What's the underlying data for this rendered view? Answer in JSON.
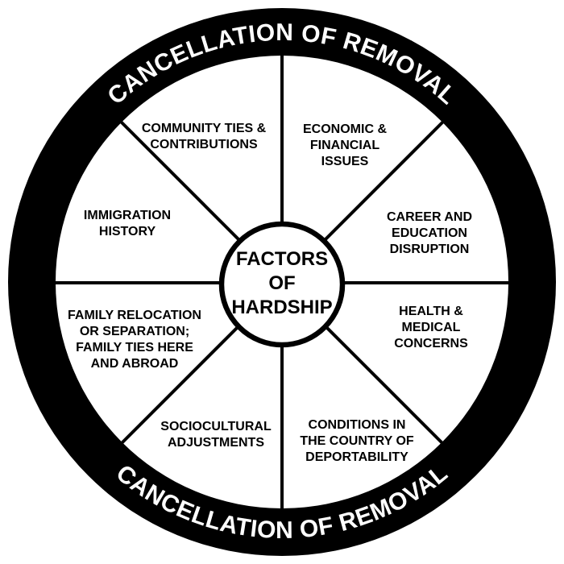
{
  "diagram": {
    "title": "FACTORS OF HARDSHIP",
    "ring": {
      "label_top": "CANCELLATION OF REMOVAL",
      "label_bottom": "CANCELLATION OF REMOVAL",
      "ring_color": "#000000",
      "ring_text_color": "#ffffff"
    },
    "hub": {
      "label": "FACTORS\nOF\nHARDSHIP"
    },
    "segments": [
      {
        "id": "community-ties",
        "label": "COMMUNITY TIES &\nCONTRIBUTIONS"
      },
      {
        "id": "economic-financial",
        "label": "ECONOMIC &\nFINANCIAL\nISSUES"
      },
      {
        "id": "career-education",
        "label": "CAREER AND\nEDUCATION\nDISRUPTION"
      },
      {
        "id": "health-medical",
        "label": "HEALTH &\nMEDICAL\nCONCERNS"
      },
      {
        "id": "conditions-country",
        "label": "CONDITIONS IN\nTHE COUNTRY OF\nDEPORTABILITY"
      },
      {
        "id": "sociocultural",
        "label": "SOCIOCULTURAL\nADJUSTMENTS"
      },
      {
        "id": "family-relocation",
        "label": "FAMILY RELOCATION\nOR SEPARATION;\nFAMILY TIES HERE\nAND ABROAD"
      },
      {
        "id": "immigration-history",
        "label": "IMMIGRATION\nHISTORY"
      }
    ],
    "colors": {
      "background": "#ffffff",
      "line": "#000000",
      "label_text": "#000000"
    }
  }
}
